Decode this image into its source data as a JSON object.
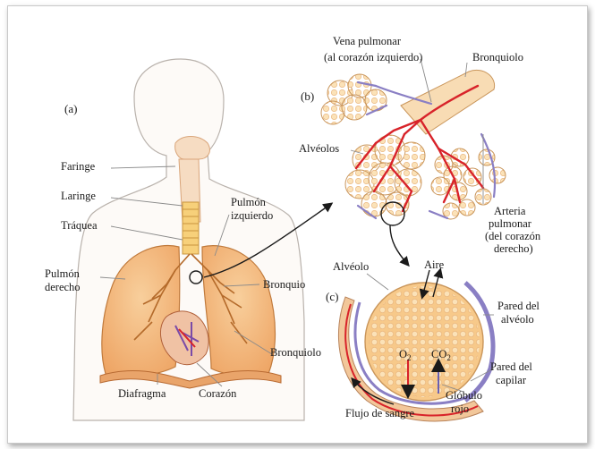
{
  "panels": {
    "a": "(a)",
    "b": "(b)",
    "c": "(c)"
  },
  "labels_a": {
    "faringe": "Faringe",
    "laringe": "Laringe",
    "traquea": "Tráquea",
    "pulmon_derecho_1": "Pulmón",
    "pulmon_derecho_2": "derecho",
    "pulmon_izquierdo_1": "Pulmón",
    "pulmon_izquierdo_2": "izquierdo",
    "bronquio": "Bronquio",
    "bronquiolo": "Bronquiolo",
    "diafragma": "Diafragma",
    "corazon": "Corazón"
  },
  "labels_b": {
    "vena_1": "Vena pulmonar",
    "vena_2": "(al corazón izquierdo)",
    "bronquiolo": "Bronquiolo",
    "alveolos": "Alvéolos",
    "arteria_1": "Arteria",
    "arteria_2": "pulmonar",
    "arteria_3": "(del corazón",
    "arteria_4": "derecho)"
  },
  "labels_c": {
    "alveolo": "Alvéolo",
    "aire": "Aire",
    "pared_alveolo_1": "Pared del",
    "pared_alveolo_2": "alvéolo",
    "pared_capilar_1": "Pared del",
    "pared_capilar_2": "capilar",
    "globulo_1": "Glóbulo",
    "globulo_2": "rojo",
    "flujo": "Flujo de sangre",
    "o2": "O",
    "o2_sub": "2",
    "co2": "CO",
    "co2_sub": "2"
  },
  "colors": {
    "skin": "#f6dcc2",
    "lung": "#f3b77a",
    "lung_dark": "#d98a45",
    "alveoli": "#f7c98a",
    "artery": "#d8232a",
    "vein": "#8a7fc4",
    "outline": "#7a6a5a"
  }
}
